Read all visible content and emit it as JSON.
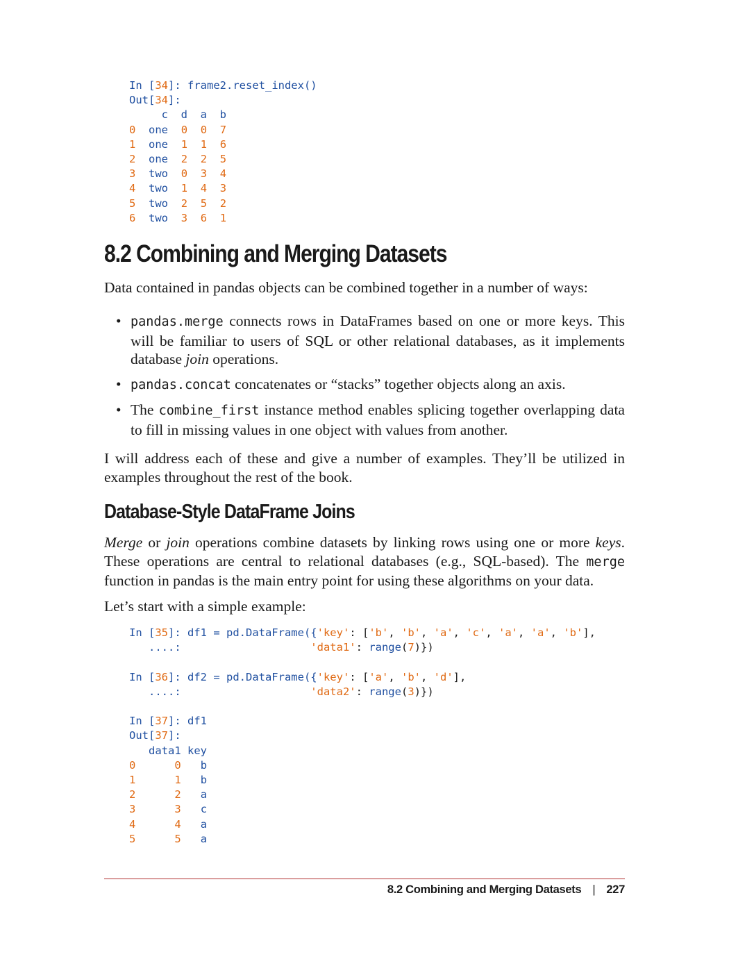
{
  "code_block_1": {
    "line1_prompt": "In [",
    "line1_num": "34",
    "line1_close": "]: ",
    "line1_code": "frame2.reset_index()",
    "out_prompt": "Out[",
    "out_num": "34",
    "out_close": "]:",
    "header": "     c  d  a  b",
    "rows": [
      {
        "idx": "0",
        "c": "one",
        "d": "0",
        "a": "0",
        "b": "7"
      },
      {
        "idx": "1",
        "c": "one",
        "d": "1",
        "a": "1",
        "b": "6"
      },
      {
        "idx": "2",
        "c": "one",
        "d": "2",
        "a": "2",
        "b": "5"
      },
      {
        "idx": "3",
        "c": "two",
        "d": "0",
        "a": "3",
        "b": "4"
      },
      {
        "idx": "4",
        "c": "two",
        "d": "1",
        "a": "4",
        "b": "3"
      },
      {
        "idx": "5",
        "c": "two",
        "d": "2",
        "a": "5",
        "b": "2"
      },
      {
        "idx": "6",
        "c": "two",
        "d": "3",
        "a": "6",
        "b": "1"
      }
    ]
  },
  "section_title": "8.2 Combining and Merging Datasets",
  "intro": "Data contained in pandas objects can be combined together in a number of ways:",
  "bullets": [
    {
      "code": "pandas.merge",
      "text": " connects rows in DataFrames based on one or more keys. This will be familiar to users of SQL or other relational databases, as it implements database ",
      "em": "join",
      "tail": " operations."
    },
    {
      "code": "pandas.concat",
      "text": " concatenates or “stacks” together objects along an axis.",
      "em": "",
      "tail": ""
    },
    {
      "pre": "The ",
      "code": "combine_first",
      "text": " instance method enables splicing together overlapping data to fill in missing values in one object with values from another.",
      "em": "",
      "tail": ""
    }
  ],
  "para_examples": "I will address each of these and give a number of examples. They’ll be utilized in examples throughout the rest of the book.",
  "subsection_title": "Database-Style DataFrame Joins",
  "para_merge": {
    "em1": "Merge",
    "t1": " or ",
    "em2": "join",
    "t2": " operations combine datasets by linking rows using one or more ",
    "em3": "keys",
    "t3": ". These operations are central to relational databases (e.g., SQL-based). The ",
    "code": "merge",
    "t4": " function in pandas is the main entry point for using these algorithms on your data."
  },
  "para_start": "Let’s start with a simple example:",
  "code_block_2": {
    "n35": "35",
    "n36": "36",
    "n37": "37",
    "df1_header": "   data1 key",
    "df1_rows": [
      {
        "idx": "0",
        "data1": "0",
        "key": "b"
      },
      {
        "idx": "1",
        "data1": "1",
        "key": "b"
      },
      {
        "idx": "2",
        "data1": "2",
        "key": "a"
      },
      {
        "idx": "3",
        "data1": "3",
        "key": "c"
      },
      {
        "idx": "4",
        "data1": "4",
        "key": "a"
      },
      {
        "idx": "5",
        "data1": "5",
        "key": "a"
      }
    ]
  },
  "footer": {
    "section": "8.2 Combining and Merging Datasets",
    "separator": "|",
    "page": "227"
  }
}
